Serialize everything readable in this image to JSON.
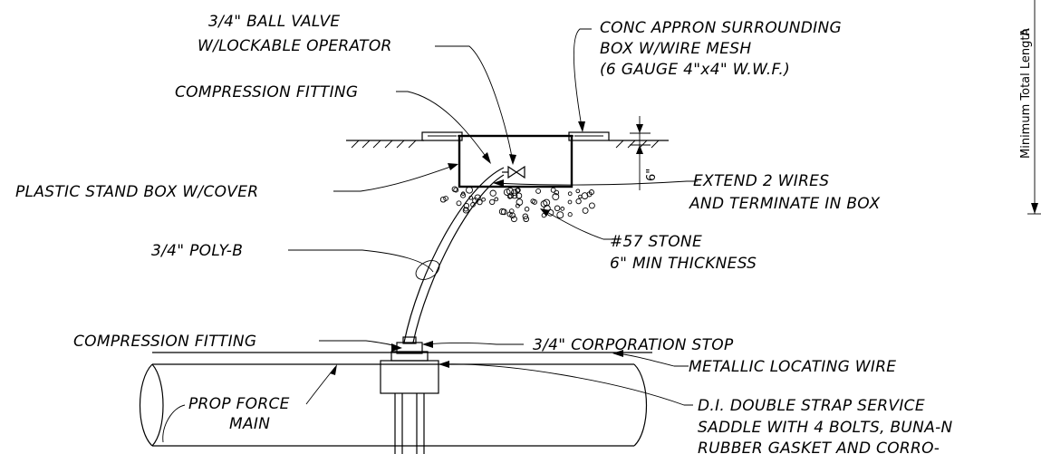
{
  "labels": {
    "ball_valve_line1": "3/4\" BALL VALVE",
    "ball_valve_line2": "W/LOCKABLE OPERATOR",
    "apron_line1": "CONC APPRON SURROUNDING",
    "apron_line2": "BOX W/WIRE MESH",
    "apron_line3": "(6 GAUGE 4\"x4\" W.W.F.)",
    "compression_fitting_top": "COMPRESSION FITTING",
    "stand_box": "PLASTIC STAND BOX W/COVER",
    "extend_wires_line1": "EXTEND 2 WIRES",
    "extend_wires_line2": "AND TERMINATE IN BOX",
    "stone_line1": "#57 STONE",
    "stone_line2": "6\" MIN THICKNESS",
    "poly_b": "3/4\" POLY-B",
    "compression_fitting_bottom": "COMPRESSION FITTING",
    "corporation_stop": "3/4\" CORPORATION STOP",
    "locating_wire": "METALLIC LOCATING WIRE",
    "force_main_line1": "PROP FORCE",
    "force_main_line2": "MAIN",
    "saddle_line1": "D.I. DOUBLE STRAP SERVICE",
    "saddle_line2": "SADDLE WITH 4 BOLTS, BUNA-N",
    "saddle_line3": "RUBBER GASKET AND CORRO-"
  },
  "dimensions": {
    "box_depth": "6\"",
    "side_label_a": "A",
    "side_label_length": "Minimum Total Length"
  }
}
